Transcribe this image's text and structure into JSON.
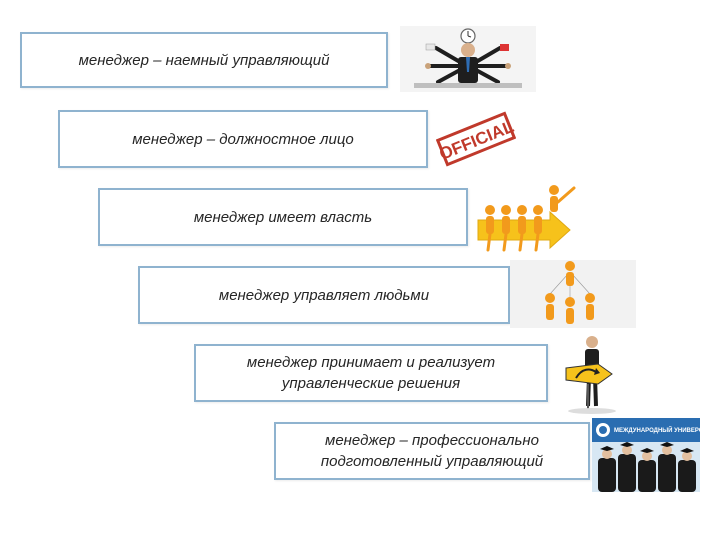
{
  "steps": [
    {
      "text": "менеджер – наемный управляющий",
      "icon": "multitasking-manager-icon"
    },
    {
      "text": "менеджер – должностное лицо",
      "icon": "official-stamp-icon"
    },
    {
      "text": "менеджер имеет власть",
      "icon": "leader-pulling-team-icon"
    },
    {
      "text": "менеджер управляет людьми",
      "icon": "puppeteer-figures-icon"
    },
    {
      "text": "менеджер принимает и реализует\nуправленческие решения",
      "icon": "businessman-direction-sign-icon"
    },
    {
      "text": "менеджер – профессионально\nподготовленный управляющий",
      "icon": "graduates-university-icon"
    }
  ],
  "stamp": {
    "text": "OFFICIAL"
  },
  "university_sign": {
    "text": "МЕЖДУНАРОДНЫЙ УНИВЕРСИТЕТ «МИТСО»"
  },
  "colors": {
    "border": "#8fb3cf",
    "text": "#262626",
    "accent": "#f29a1c",
    "stamp": "#c0392b"
  }
}
